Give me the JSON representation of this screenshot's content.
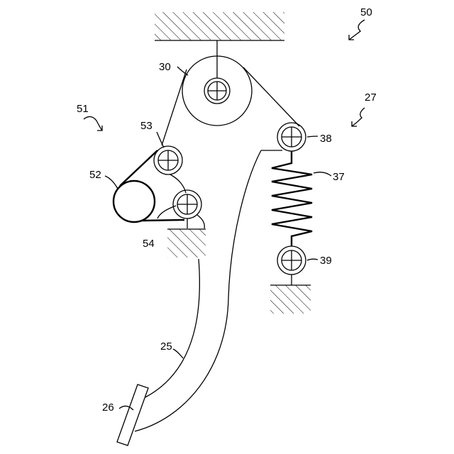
{
  "labels": {
    "assembly": "50",
    "pulley_30": "30",
    "actuator_51": "51",
    "guide_53": "53",
    "drum_52": "52",
    "guide_54": "54",
    "pedal_arm_25": "25",
    "pedal_pad_26": "26",
    "spring_unit_27": "27",
    "roller_38": "38",
    "spring_37": "37",
    "roller_39": "39"
  }
}
